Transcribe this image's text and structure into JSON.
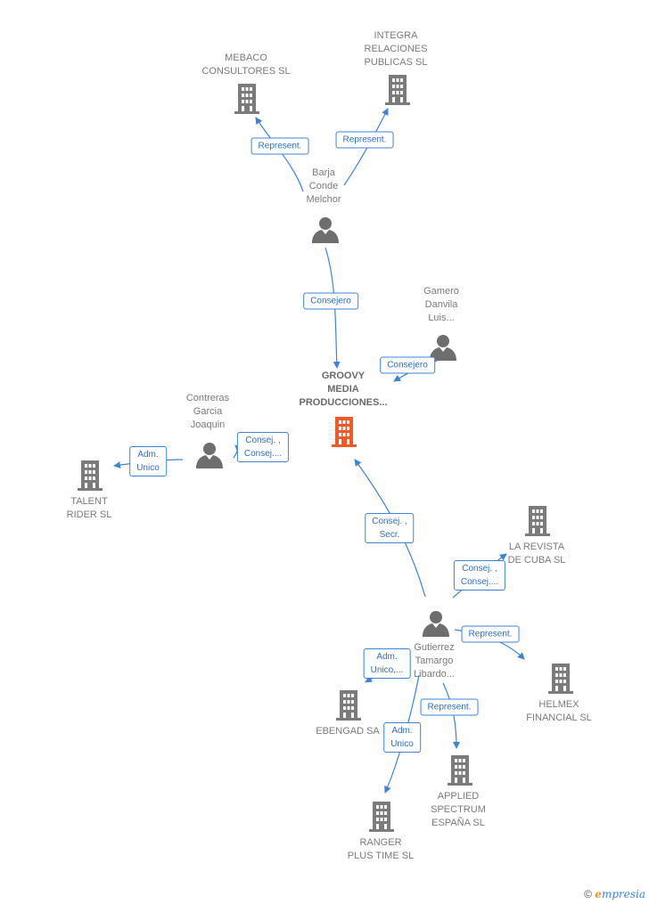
{
  "colors": {
    "edge": "#3d84d8",
    "icon_company": "#7b7b7b",
    "icon_person": "#6e6e6e",
    "central": "#f05a28"
  },
  "nodes": [
    {
      "id": "groovy",
      "type": "company",
      "central": true,
      "label": "GROOVY\nMEDIA\nPRODUCCIONES..."
    },
    {
      "id": "mebaco",
      "type": "company",
      "label": "MEBACO\nCONSULTORES SL"
    },
    {
      "id": "integra",
      "type": "company",
      "label": "INTEGRA\nRELACIONES\nPUBLICAS SL"
    },
    {
      "id": "barja",
      "type": "person",
      "label": "Barja\nConde\nMelchor"
    },
    {
      "id": "gamero",
      "type": "person",
      "label": "Gamero\nDanvila\nLuis..."
    },
    {
      "id": "contreras",
      "type": "person",
      "label": "Contreras\nGarcia\nJoaquin"
    },
    {
      "id": "talent",
      "type": "company",
      "label": "TALENT\nRIDER  SL"
    },
    {
      "id": "revista",
      "type": "company",
      "label": "LA REVISTA\nDE CUBA SL"
    },
    {
      "id": "gutierrez",
      "type": "person",
      "label": "Gutierrez\nTamargo\nLibardo..."
    },
    {
      "id": "helmex",
      "type": "company",
      "label": "HELMEX\nFINANCIAL  SL"
    },
    {
      "id": "ebengad",
      "type": "company",
      "label": "EBENGAD SA"
    },
    {
      "id": "applied",
      "type": "company",
      "label": "APPLIED\nSPECTRUM\nESPAÑA  SL"
    },
    {
      "id": "ranger",
      "type": "company",
      "label": "RANGER\nPLUS TIME  SL"
    }
  ],
  "edges": [
    {
      "from": "barja",
      "to": "mebaco",
      "label": "Represent."
    },
    {
      "from": "barja",
      "to": "integra",
      "label": "Represent."
    },
    {
      "from": "barja",
      "to": "groovy",
      "label": "Consejero"
    },
    {
      "from": "gamero",
      "to": "groovy",
      "label": "Consejero"
    },
    {
      "from": "contreras",
      "to": "groovy",
      "label": "Consej. ,\nConsej...."
    },
    {
      "from": "contreras",
      "to": "talent",
      "label": "Adm.\nUnico"
    },
    {
      "from": "gutierrez",
      "to": "groovy",
      "label": "Consej. ,\nSecr."
    },
    {
      "from": "gutierrez",
      "to": "revista",
      "label": "Consej. ,\nConsej...."
    },
    {
      "from": "gutierrez",
      "to": "helmex",
      "label": "Represent."
    },
    {
      "from": "gutierrez",
      "to": "ebengad",
      "label": "Adm.\nUnico,..."
    },
    {
      "from": "gutierrez",
      "to": "applied",
      "label": "Represent."
    },
    {
      "from": "gutierrez",
      "to": "ranger",
      "label": "Adm.\nUnico"
    }
  ],
  "copyright": {
    "symbol": "©",
    "brand_initial": "e",
    "brand_rest": "mpresia"
  }
}
